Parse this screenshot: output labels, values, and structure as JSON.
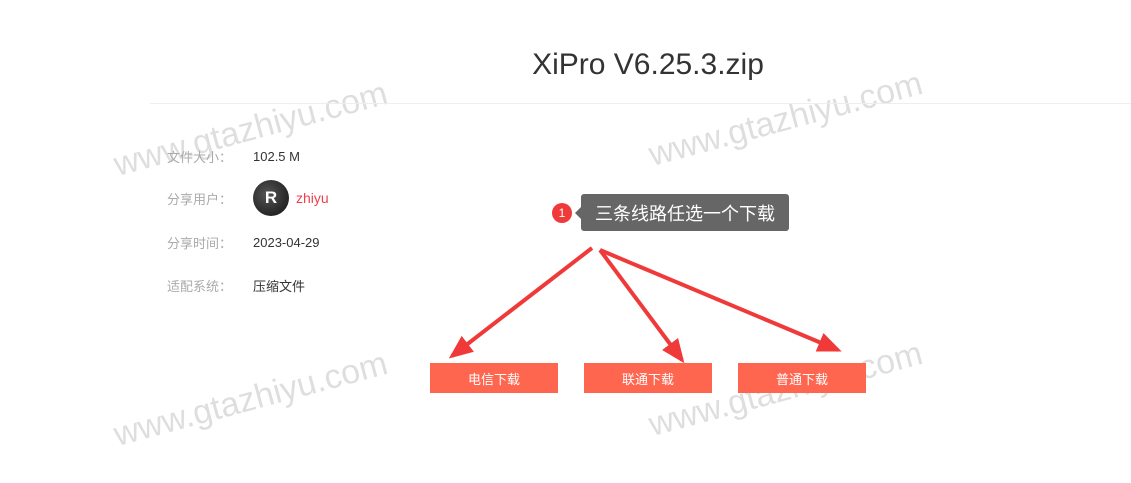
{
  "title": "XiPro V6.25.3.zip",
  "info": [
    {
      "label": "文件大小：",
      "value": "102.5 M"
    },
    {
      "label": "分享用户：",
      "value": "zhiyu",
      "avatar": "R"
    },
    {
      "label": "分享时间：",
      "value": "2023-04-29"
    },
    {
      "label": "适配系统：",
      "value": "压缩文件"
    }
  ],
  "annotation": {
    "number": "1",
    "text": "三条线路任选一个下载"
  },
  "buttons": [
    "电信下载",
    "联通下载",
    "普通下载"
  ],
  "watermark": "www.gtazhiyu.com",
  "colors": {
    "button": "#ff6650",
    "arrow": "#f03a3a",
    "user": "#f1404b"
  }
}
